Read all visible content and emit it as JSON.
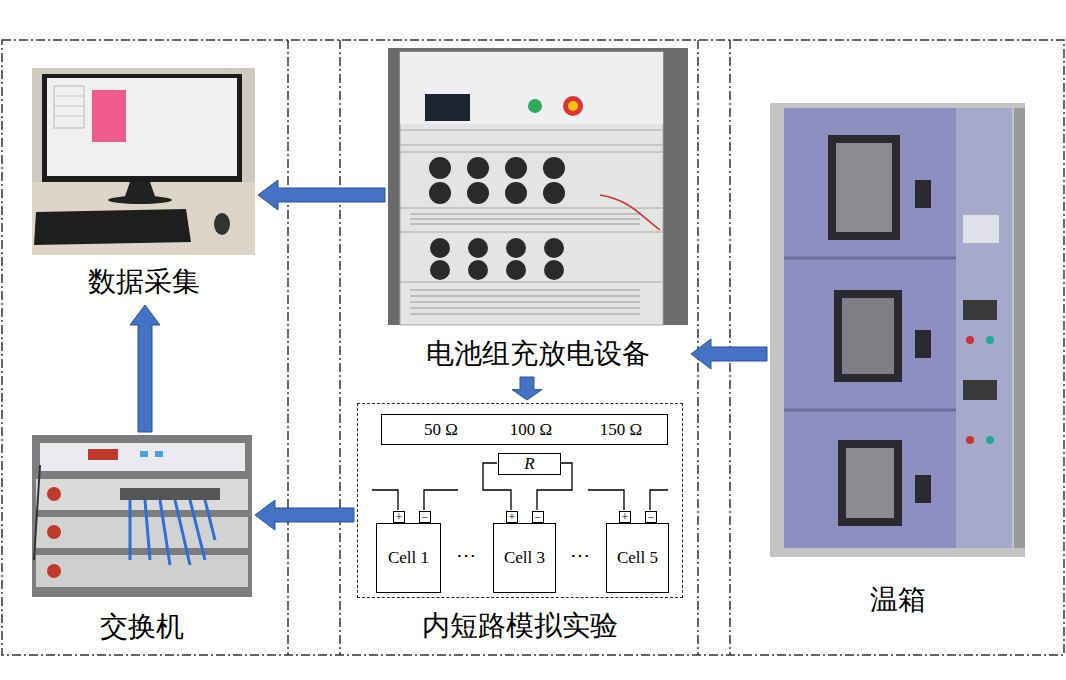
{
  "diagram": {
    "nodes": [
      {
        "text": [
          "数据采集"
        ]
      },
      {
        "text": [
          "电池组充放电设备"
        ]
      },
      {
        "text": [
          "温箱"
        ]
      },
      {
        "text": [
          "内短路模拟实验"
        ]
      },
      {
        "text": [
          "50 Ω",
          "100 Ω",
          "150 Ω"
        ],
        "in": 3
      },
      {
        "text": [
          "R"
        ],
        "in": 3
      },
      {
        "text": [
          "+"
        ],
        "in": 3
      },
      {
        "text": [
          "−"
        ],
        "in": 3
      },
      {
        "text": [
          "+"
        ],
        "in": 3
      },
      {
        "text": [
          "−"
        ],
        "in": 3
      },
      {
        "text": [
          "+"
        ],
        "in": 3
      },
      {
        "text": [
          "−"
        ],
        "in": 3
      },
      {
        "text": [
          "Cell 1"
        ],
        "in": 3
      },
      {
        "text": [
          "Cell 3"
        ],
        "in": 3
      },
      {
        "text": [
          "Cell 5"
        ],
        "in": 3
      },
      {
        "text": [
          "交换机"
        ]
      }
    ],
    "edges": [
      {
        "from": 1,
        "to": 0,
        "arrow": "to"
      },
      {
        "from": 2,
        "to": 1,
        "arrow": "to"
      },
      {
        "from": 1,
        "to": 3,
        "arrow": "to"
      },
      {
        "from": 3,
        "to": 15,
        "arrow": "to"
      },
      {
        "from": 15,
        "to": 0,
        "arrow": "to"
      }
    ],
    "labels": [
      "⋯",
      "⋯"
    ]
  }
}
